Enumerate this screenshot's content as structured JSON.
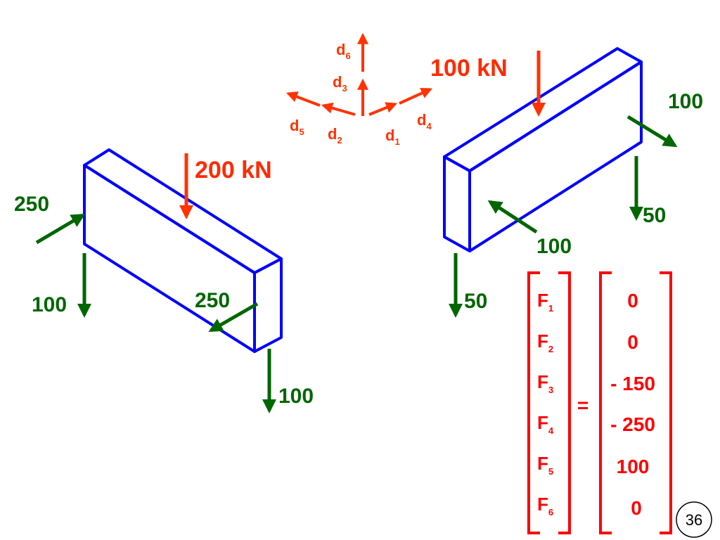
{
  "colors": {
    "beam_edges": "#0000ff",
    "applied_load": "#ff3300",
    "reactions": "#006600",
    "dof_vectors": "#ff3300",
    "matrix": "#ff0000"
  },
  "loads": {
    "left_beam": "200 kN",
    "right_beam": "100 kN"
  },
  "dof_labels": [
    {
      "base": "d",
      "sub": "6"
    },
    {
      "base": "d",
      "sub": "3"
    },
    {
      "base": "d",
      "sub": "5"
    },
    {
      "base": "d",
      "sub": "4"
    },
    {
      "base": "d",
      "sub": "2"
    },
    {
      "base": "d",
      "sub": "1"
    }
  ],
  "left_reactions": {
    "axial_left": "250",
    "shear_left": "100",
    "axial_right": "250",
    "shear_right": "100"
  },
  "right_reactions": {
    "axial_right": "100",
    "shear_right": "50",
    "axial_left": "100",
    "shear_left": "50"
  },
  "force_vector": {
    "labels": [
      {
        "base": "F",
        "sub": "1"
      },
      {
        "base": "F",
        "sub": "2"
      },
      {
        "base": "F",
        "sub": "3"
      },
      {
        "base": "F",
        "sub": "4"
      },
      {
        "base": "F",
        "sub": "5"
      },
      {
        "base": "F",
        "sub": "6"
      }
    ],
    "equals": "=",
    "values": [
      "0",
      "0",
      "- 150",
      "- 250",
      "100",
      "0"
    ]
  },
  "page_number": "36"
}
